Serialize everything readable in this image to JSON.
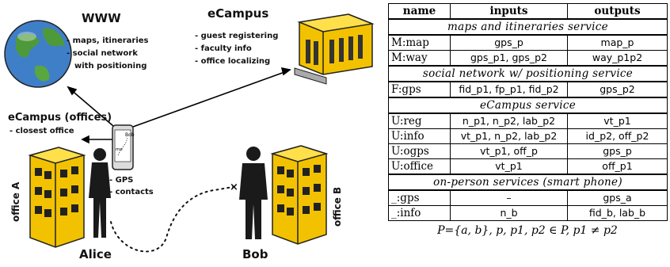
{
  "diagram": {
    "www": {
      "title": "WWW",
      "items": [
        "- maps, itineraries",
        "- social network",
        "with positioning"
      ]
    },
    "ecampus": {
      "title": "eCampus",
      "items": [
        "- guest registering",
        "- faculty info",
        "- office localizing"
      ]
    },
    "ecampus_offices": {
      "title": "eCampus (offices)",
      "items": [
        "- closest office"
      ]
    },
    "phone": {
      "screen_label": "Bob",
      "screen_sub": "me",
      "items": [
        "- GPS",
        "- contacts"
      ]
    },
    "office_a": "office A",
    "office_b": "office B",
    "alice": "Alice",
    "bob": "Bob"
  },
  "table": {
    "headers": [
      "name",
      "inputs",
      "outputs"
    ],
    "sections": [
      {
        "title": "maps and itineraries service",
        "rows": [
          {
            "name": "M:map",
            "inputs": "gps_p",
            "outputs": "map_p"
          },
          {
            "name": "M:way",
            "inputs": "gps_p1, gps_p2",
            "outputs": "way_p1p2"
          }
        ]
      },
      {
        "title": "social network w/ positioning service",
        "rows": [
          {
            "name": "F:gps",
            "inputs": "fid_p1, fp_p1, fid_p2",
            "outputs": "gps_p2"
          }
        ]
      },
      {
        "title": "eCampus service",
        "rows": [
          {
            "name": "U:reg",
            "inputs": "n_p1, n_p2, lab_p2",
            "outputs": "vt_p1"
          },
          {
            "name": "U:info",
            "inputs": "vt_p1, n_p2, lab_p2",
            "outputs": "id_p2, off_p2"
          },
          {
            "name": "U:ogps",
            "inputs": "vt_p1, off_p",
            "outputs": "gps_p"
          },
          {
            "name": "U:office",
            "inputs": "vt_p1",
            "outputs": "off_p1"
          }
        ]
      },
      {
        "title": "on-person services (smart phone)",
        "rows": [
          {
            "name": "_:gps",
            "inputs": "–",
            "outputs": "gps_a"
          },
          {
            "name": "_:info",
            "inputs": "n_b",
            "outputs": "fid_b, lab_b"
          }
        ]
      }
    ],
    "footnote": "P={a, b},  p, p1, p2 ∈ P,  p1 ≠ p2"
  }
}
